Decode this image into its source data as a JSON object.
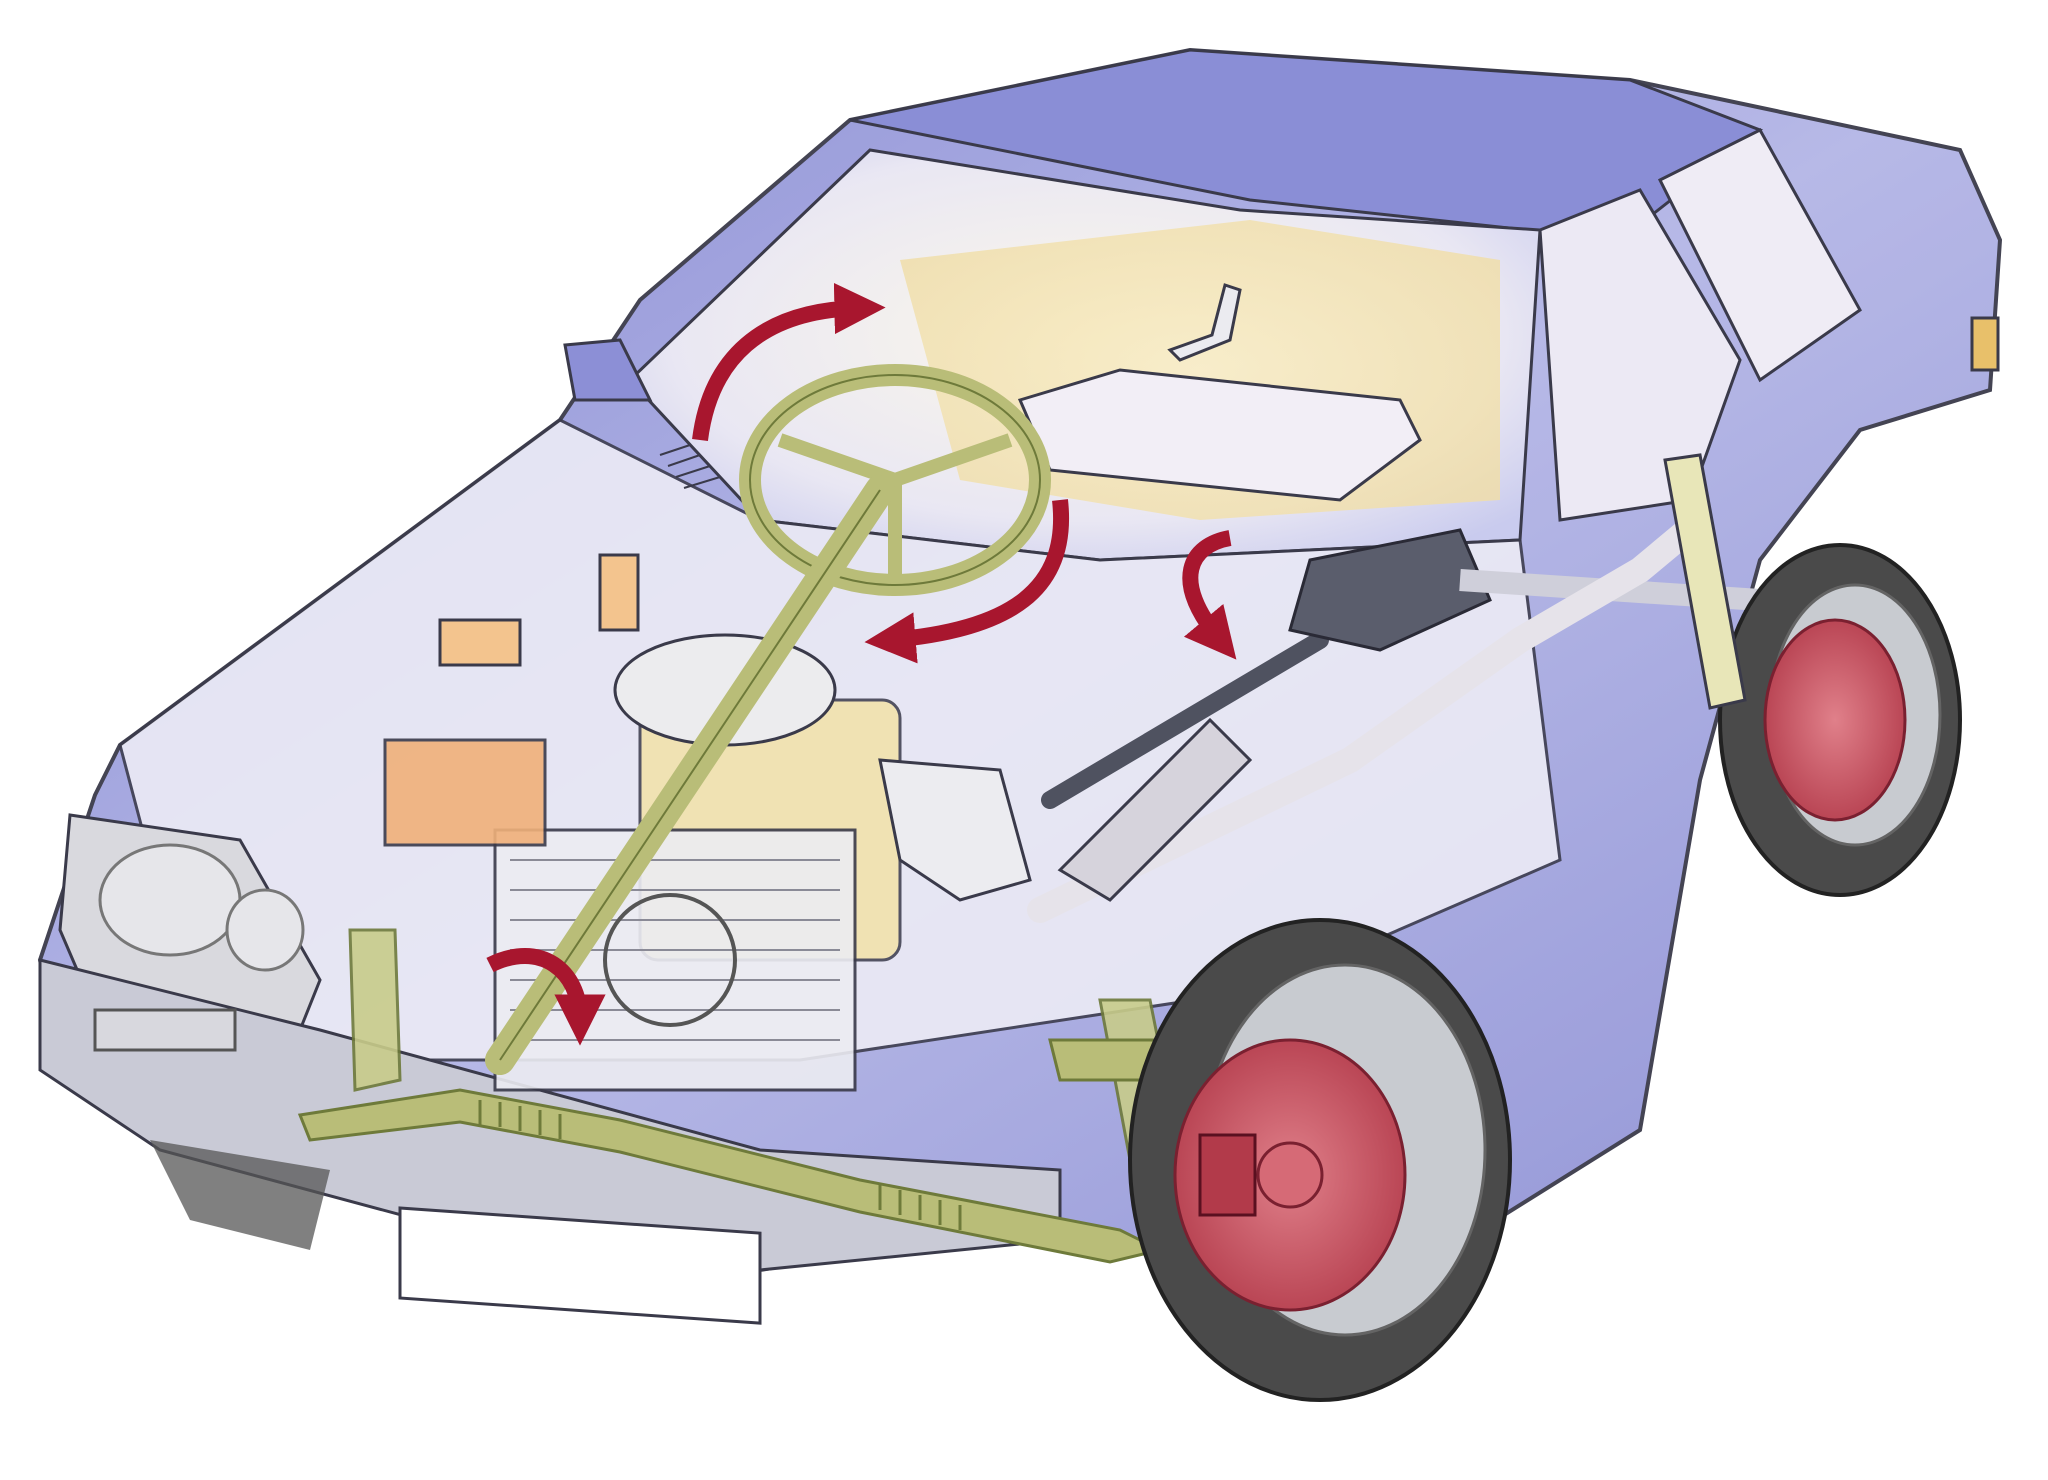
{
  "colors": {
    "background": "#ffffff",
    "body_paint": "#8c8fd6",
    "body_paint_light": "#c9cbee",
    "body_glass": "#e9e8f4",
    "interior": "#f5e8bf",
    "steering_parts": "#b9bd78",
    "steering_parts_dark": "#6e7a3a",
    "motion_arrow": "#a8162e",
    "brake_disc": "#c8505e",
    "tyre": "#4a4a4a",
    "rim": "#cfd2d8",
    "engine": "#f2e2a8",
    "battery": "#f0b07a",
    "propshaft": "#4f5260",
    "outline": "#3a3a4a"
  },
  "parts": [
    "car-body",
    "windscreen",
    "steering-wheel",
    "steering-column",
    "steering-rack",
    "engine",
    "radiator",
    "battery",
    "propeller-shaft",
    "differential",
    "exhaust",
    "front-wheel",
    "rear-wheel",
    "brake-disc",
    "suspension-strut",
    "rotation-arrows"
  ],
  "icons": {
    "rotation_arrow": "curved-arrow-icon"
  }
}
